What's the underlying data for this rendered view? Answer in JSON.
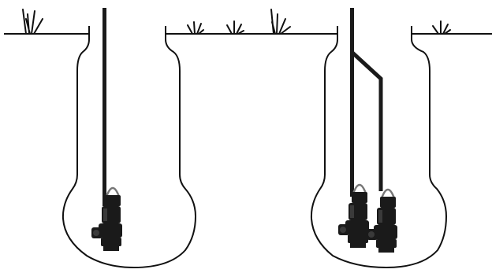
{
  "colors": {
    "background": "#ffffff",
    "outline": "#111111",
    "pump_body": "#1a1a1a",
    "pump_highlight": "#3a3a3a",
    "pump_handle": "#777777"
  },
  "scenes": [
    {
      "id": "single-pump-sump",
      "pump_count": 1
    },
    {
      "id": "twin-pump-sump",
      "pump_count": 2
    }
  ]
}
